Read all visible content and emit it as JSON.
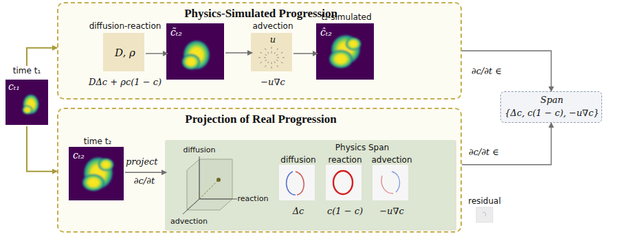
{
  "diagram": {
    "nodes": [
      {
        "text": [
          "Physics-Simulated Progression"
        ]
      },
      {
        "text": [
          "Projection of Real Progression"
        ]
      },
      {
        "text": [
          "time t₁",
          "cₜ₁"
        ]
      },
      {
        "text": [
          "diffusion-reaction",
          "D, ρ",
          "DΔc + ρc(1 − c)"
        ],
        "in": 0
      },
      {
        "text": [
          "c̃ₜ₂"
        ],
        "in": 0
      },
      {
        "text": [
          "advection",
          "u",
          "−u∇c"
        ],
        "in": 0
      },
      {
        "text": [
          "t₂-simulated",
          "ĉₜ₂"
        ],
        "in": 0
      },
      {
        "text": [
          "Span",
          "{Δc, c(1 − c), −u∇c}"
        ]
      },
      {
        "text": [
          "time t₂",
          "cₜ₂"
        ],
        "in": 1
      },
      {
        "text": [
          "Physics Span"
        ],
        "in": 1
      },
      {
        "text": [
          "diffusion",
          "Δc"
        ],
        "in": 9
      },
      {
        "text": [
          "reaction",
          "c(1 − c)"
        ],
        "in": 9
      },
      {
        "text": [
          "advection",
          "−u∇c"
        ],
        "in": 9
      },
      {
        "text": [
          "residual"
        ]
      }
    ],
    "edges": [
      {
        "from": 2,
        "to": 0,
        "arrow": "to"
      },
      {
        "from": 2,
        "to": 1,
        "arrow": "to"
      },
      {
        "from": 3,
        "to": 4,
        "arrow": "to"
      },
      {
        "from": 4,
        "to": 5,
        "arrow": "to"
      },
      {
        "from": 5,
        "to": 6,
        "arrow": "to"
      },
      {
        "from": 0,
        "to": 7,
        "label": "∂c/∂t ∈",
        "arrow": "to"
      },
      {
        "from": 1,
        "to": 7,
        "label": "∂c/∂t ∈",
        "arrow": "to"
      },
      {
        "from": 8,
        "to": 9,
        "label": "project",
        "arrow": "to"
      }
    ],
    "labels": [
      "diffusion",
      "reaction",
      "advection",
      "∂c/∂t"
    ]
  }
}
